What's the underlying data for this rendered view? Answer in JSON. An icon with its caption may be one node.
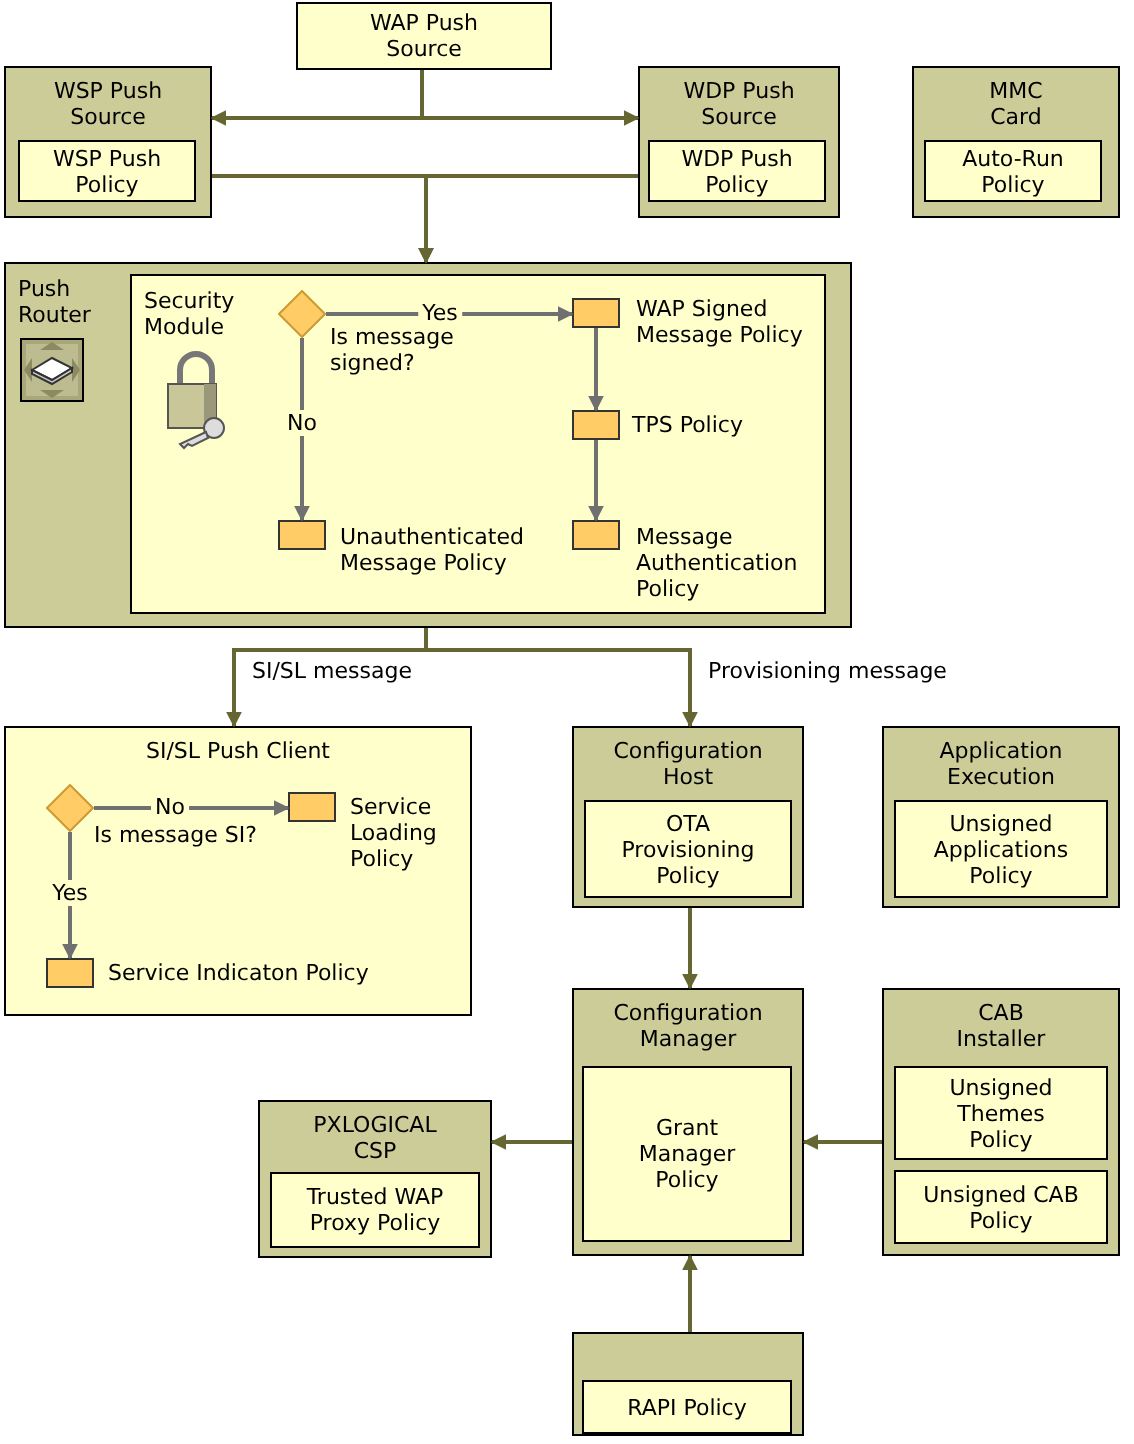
{
  "diagram": {
    "nodes": [
      {
        "text": [
          "WAP Push Source"
        ]
      },
      {
        "text": [
          "WSP Push Source"
        ]
      },
      {
        "text": [
          "WSP Push Policy"
        ],
        "in": 1
      },
      {
        "text": [
          "WDP Push Source"
        ]
      },
      {
        "text": [
          "WDP Push Policy"
        ],
        "in": 3
      },
      {
        "text": [
          "MMC Card"
        ]
      },
      {
        "text": [
          "Auto-Run Policy"
        ],
        "in": 5
      },
      {
        "text": [
          "Push Router"
        ]
      },
      {
        "text": [
          "Security Module"
        ],
        "in": 7
      },
      {
        "text": [],
        "shape": "diamond",
        "in": 8,
        "beside": [
          "Is message signed?"
        ]
      },
      {
        "text": [],
        "shape": "box",
        "in": 8,
        "beside": [
          "WAP Signed Message Policy"
        ]
      },
      {
        "text": [],
        "shape": "box",
        "in": 8,
        "beside": [
          "TPS Policy"
        ]
      },
      {
        "text": [],
        "shape": "box",
        "in": 8,
        "beside": [
          "Unauthenticated Message Policy"
        ]
      },
      {
        "text": [],
        "shape": "box",
        "in": 8,
        "beside": [
          "Message Authentication Policy"
        ]
      },
      {
        "text": [
          "SI/SL Push Client"
        ]
      },
      {
        "text": [],
        "shape": "diamond",
        "in": 14,
        "beside": [
          "Is message SI?"
        ]
      },
      {
        "text": [],
        "shape": "box",
        "in": 14,
        "beside": [
          "Service Loading Policy"
        ]
      },
      {
        "text": [],
        "shape": "box",
        "in": 14,
        "beside": [
          "Service Indicaton Policy"
        ]
      },
      {
        "text": [
          "Configuration Host"
        ]
      },
      {
        "text": [
          "OTA Provisioning Policy"
        ],
        "in": 18
      },
      {
        "text": [
          "Application Execution"
        ]
      },
      {
        "text": [
          "Unsigned Applications Policy"
        ],
        "in": 20
      },
      {
        "text": [
          "Configuration Manager"
        ]
      },
      {
        "text": [
          "Grant Manager Policy"
        ],
        "in": 22
      },
      {
        "text": [
          "CAB Installer"
        ]
      },
      {
        "text": [
          "Unsigned Themes Policy"
        ],
        "in": 24
      },
      {
        "text": [
          "Unsigned CAB Policy"
        ],
        "in": 24
      },
      {
        "text": [
          "PXLOGICAL CSP"
        ]
      },
      {
        "text": [
          "Trusted WAP Proxy Policy"
        ],
        "in": 27
      },
      {
        "text": [],
        "shape": "box"
      },
      {
        "text": [
          "RAPI Policy"
        ],
        "in": 29
      }
    ],
    "edges": [
      {
        "from": 0,
        "to": 1,
        "arrow": "to"
      },
      {
        "from": 0,
        "to": 3,
        "arrow": "to"
      },
      {
        "from": 1,
        "to": 7,
        "arrow": "to"
      },
      {
        "from": 3,
        "to": 7,
        "arrow": "to"
      },
      {
        "from": 7,
        "to": 14,
        "arrow": "to",
        "label": "SI/SL message"
      },
      {
        "from": 7,
        "to": 18,
        "arrow": "to",
        "label": "Provisioning message"
      },
      {
        "from": 9,
        "to": 10,
        "arrow": "to",
        "label": "Yes",
        "color": "#707070"
      },
      {
        "from": 9,
        "to": 12,
        "arrow": "to",
        "label": "No",
        "color": "#707070"
      },
      {
        "from": 10,
        "to": 11,
        "arrow": "to",
        "color": "#707070"
      },
      {
        "from": 11,
        "to": 13,
        "arrow": "to",
        "color": "#707070"
      },
      {
        "from": 15,
        "to": 16,
        "arrow": "to",
        "label": "No",
        "color": "#707070"
      },
      {
        "from": 15,
        "to": 17,
        "arrow": "to",
        "label": "Yes",
        "color": "#707070"
      },
      {
        "from": 18,
        "to": 22,
        "arrow": "to"
      },
      {
        "from": 22,
        "to": 27,
        "arrow": "to"
      },
      {
        "from": 24,
        "to": 22,
        "arrow": "to"
      },
      {
        "from": 29,
        "to": 22,
        "arrow": "to"
      }
    ]
  }
}
